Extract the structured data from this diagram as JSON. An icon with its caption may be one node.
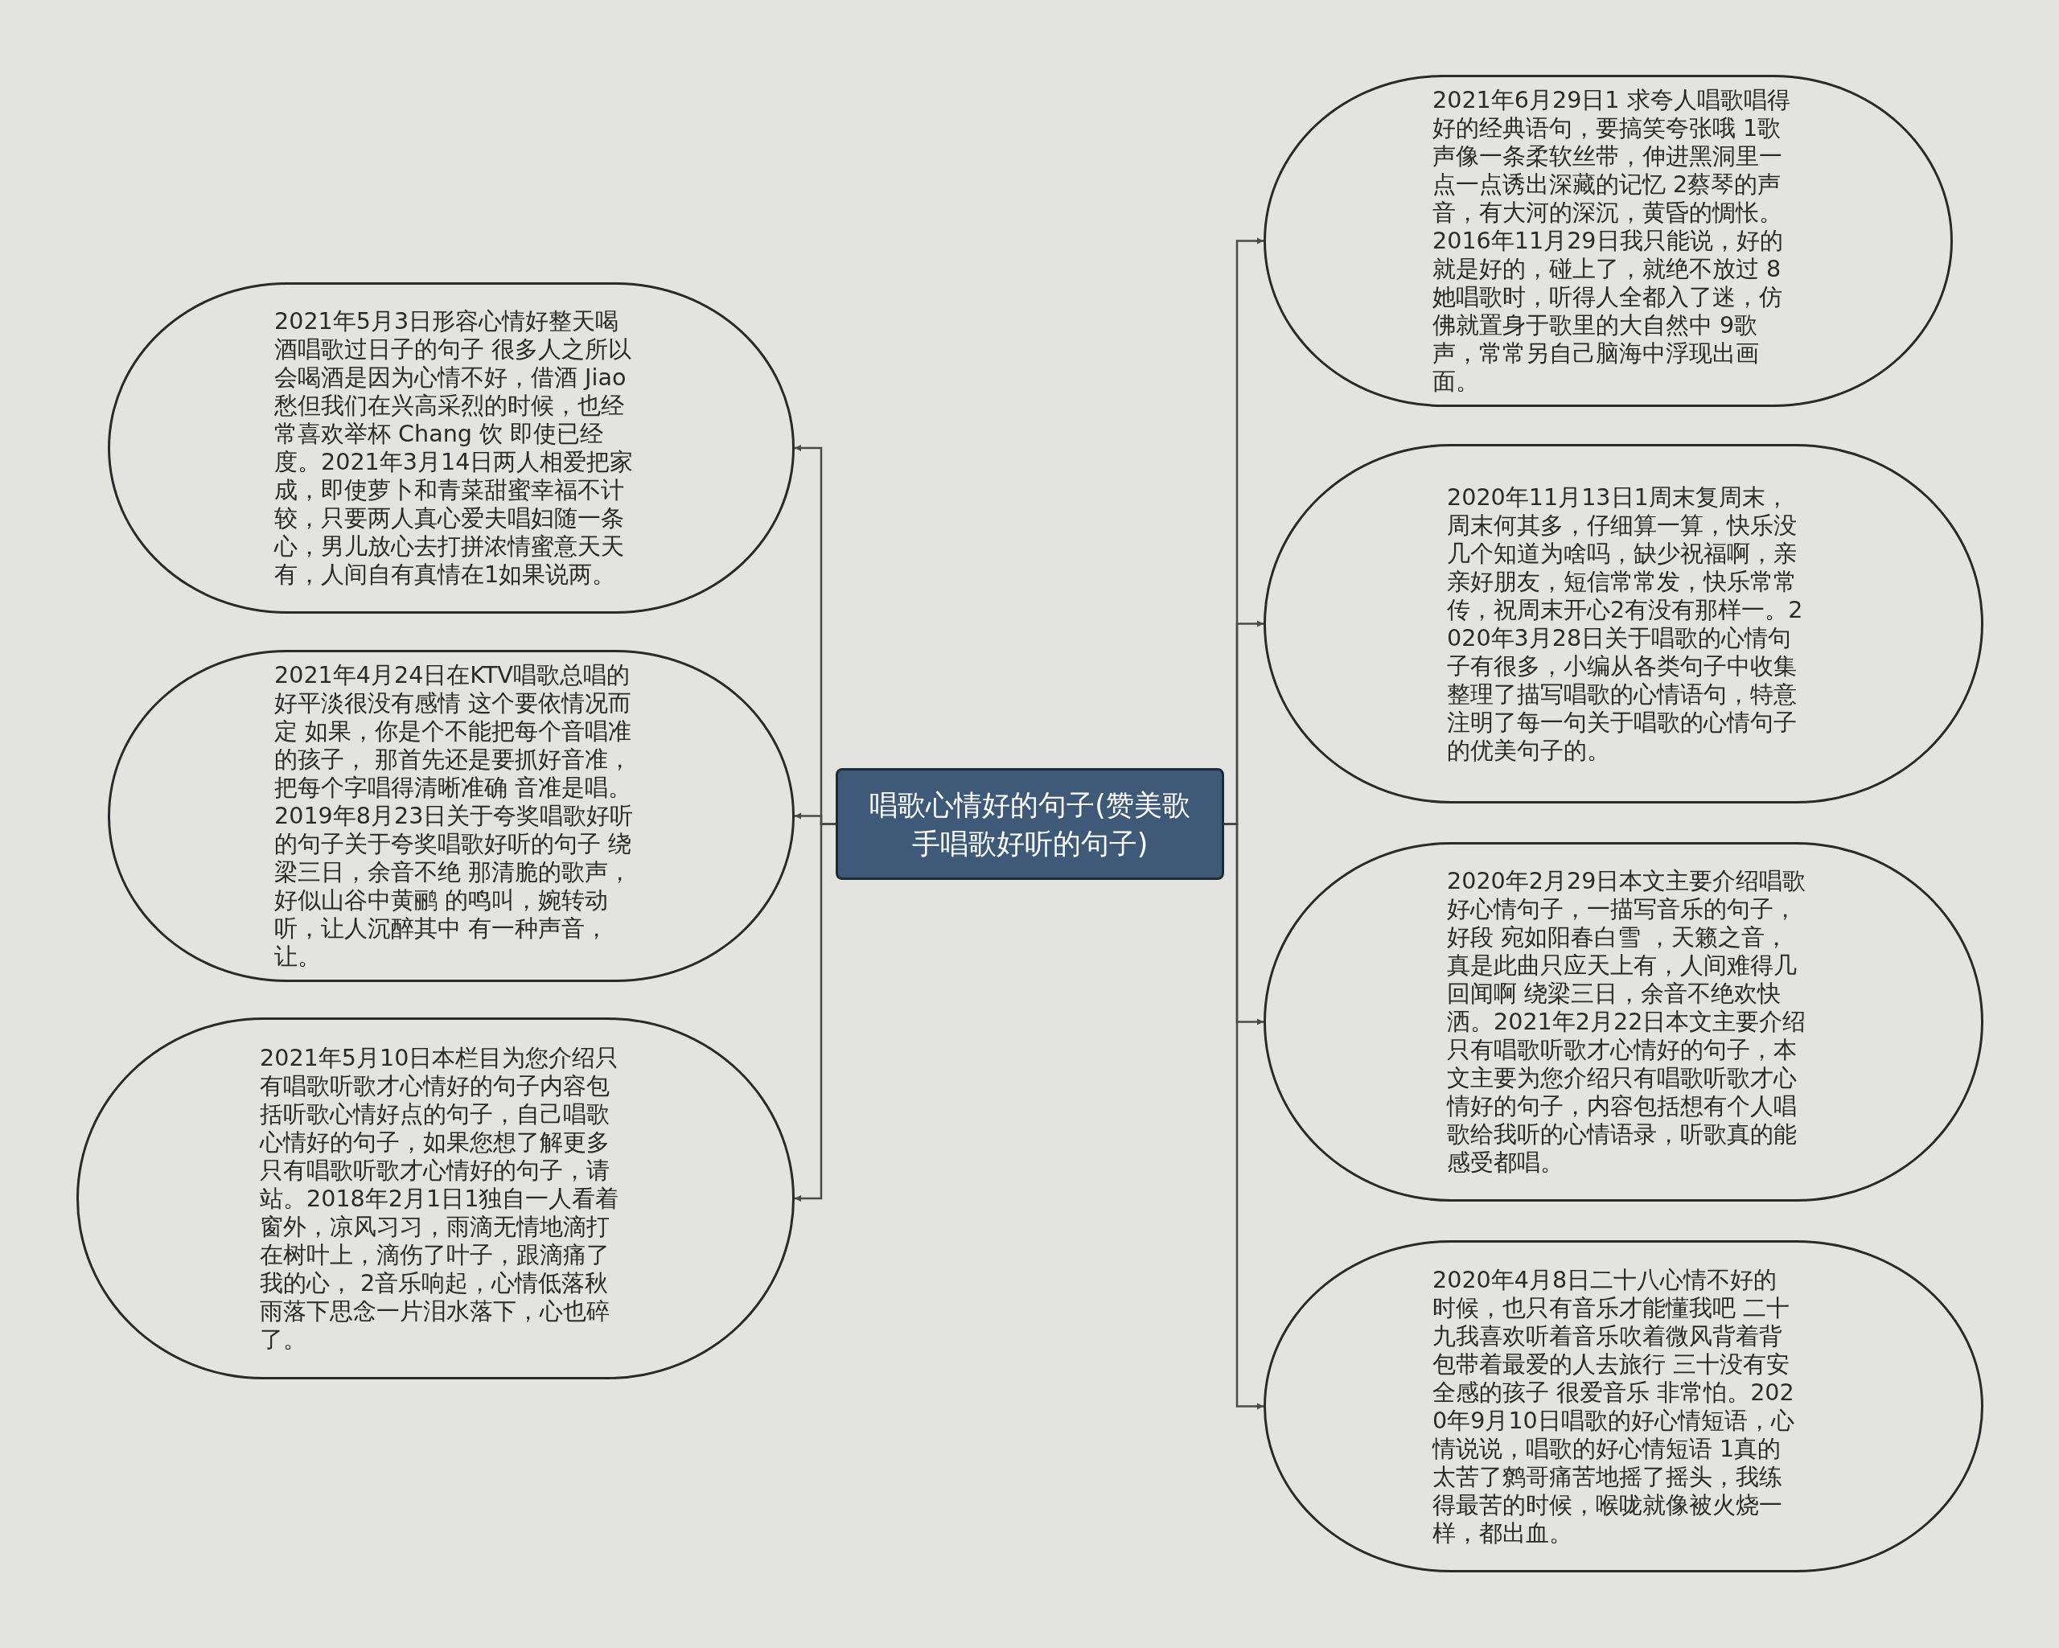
{
  "diagram": {
    "nodes": [
      {
        "text": [
          "唱歌心情好的句子(赞美歌手唱歌好听的句子)"
        ]
      },
      {
        "text": [
          "2021年5月3日形容心情好整天喝酒唱歌过日子的句子 很多人之所以会喝酒是因为心情不好，借酒 Jiao 愁但我们在兴高采烈的时候，也经常喜欢举杯 Chang 饮 即使已经度。2021年3月14日两人相爱把家成，即使萝卜和青菜甜蜜幸福不计较，只要两人真心爱夫唱妇随一条心，男儿放心去打拼浓情蜜意天天有，人间自有真情在1如果说两。"
        ]
      },
      {
        "text": [
          "2021年4月24日在KTV唱歌总唱的好平淡很没有感情 这个要依情况而定 如果，你是个不能把每个音唱准的孩子， 那首先还是要抓好音准，把每个字唱得清晰准确 音准是唱。2019年8月23日关于夸奖唱歌好听的句子关于夸奖唱歌好听的句子 绕梁三日，余音不绝 那清脆的歌声，好似山谷中黄鹂 的鸣叫，婉转动听，让人沉醉其中 有一种声音，让。"
        ]
      },
      {
        "text": [
          "2021年5月10日本栏目为您介绍只有唱歌听歌才心情好的句子内容包括听歌心情好点的句子，自己唱歌心情好的句子，如果您想了解更多只有唱歌听歌才心情好的句子，请站。2018年2月1日1独自一人看着窗外，凉风习习，雨滴无情地滴打在树叶上，滴伤了叶子，跟滴痛了我的心， 2音乐响起，心情低落秋雨落下思念一片泪水落下，心也碎了。"
        ]
      },
      {
        "text": [
          "2021年6月29日1 求夸人唱歌唱得好的经典语句，要搞笑夸张哦 1歌声像一条柔软丝带，伸进黑洞里一点一点诱出深藏的记忆 2蔡琴的声音，有大河的深沉，黄昏的惆怅。2016年11月29日我只能说，好的就是好的，碰上了，就绝不放过 8她唱歌时，听得人全都入了迷，仿佛就置身于歌里的大自然中 9歌声，常常另自己脑海中浮现出画面。"
        ]
      },
      {
        "text": [
          "2020年11月13日1周末复周末，周末何其多，仔细算一算，快乐没几个知道为啥吗，缺少祝福啊，亲亲好朋友，短信常常发，快乐常常传，祝周末开心2有没有那样一。2020年3月28日关于唱歌的心情句子有很多，小编从各类句子中收集整理了描写唱歌的心情语句，特意注明了每一句关于唱歌的心情句子的优美句子的。"
        ]
      },
      {
        "text": [
          "2020年2月29日本文主要介绍唱歌好心情句子，一描写音乐的句子，好段 宛如阳春白雪 ，天籁之音，真是此曲只应天上有，人间难得几回闻啊 绕梁三日，余音不绝欢快洒。2021年2月22日本文主要介绍只有唱歌听歌才心情好的句子，本文主要为您介绍只有唱歌听歌才心情好的句子，内容包括想有个人唱歌给我听的心情语录，听歌真的能感受都唱。"
        ]
      },
      {
        "text": [
          "2020年4月8日二十八心情不好的时候，也只有音乐才能懂我吧 二十九我喜欢听着音乐吹着微风背着背包带着最爱的人去旅行 三十没有安全感的孩子 很爱音乐 非常怕。2020年9月10日唱歌的好心情短语，心情说说，唱歌的好心情短语 1真的太苦了鹩哥痛苦地摇了摇头，我练得最苦的时候，喉咙就像被火烧一样，都出血。"
        ]
      }
    ],
    "edges": [
      {
        "from": 0,
        "to": 1,
        "arrow": "to"
      },
      {
        "from": 0,
        "to": 2,
        "arrow": "to"
      },
      {
        "from": 0,
        "to": 3,
        "arrow": "to"
      },
      {
        "from": 0,
        "to": 4,
        "arrow": "to"
      },
      {
        "from": 0,
        "to": 5,
        "arrow": "to"
      },
      {
        "from": 0,
        "to": 6,
        "arrow": "to"
      },
      {
        "from": 0,
        "to": 7,
        "arrow": "to"
      }
    ]
  }
}
